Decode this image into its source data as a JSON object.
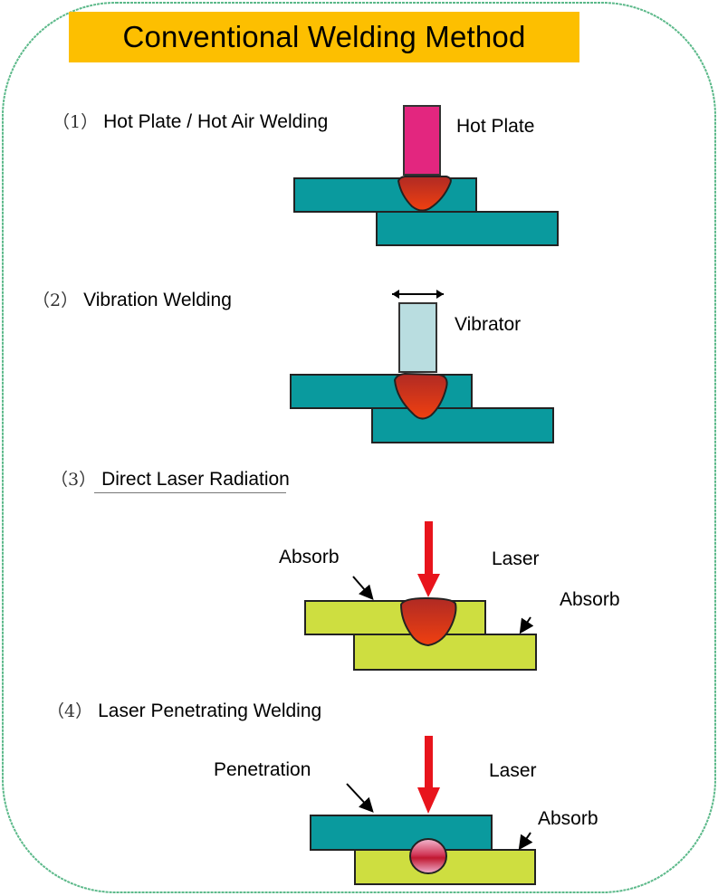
{
  "title": "Conventional Welding Method",
  "colors": {
    "title_bg": "#fdbf00",
    "frame_border": "#5cb98a",
    "teal_plate": "#0a9a9e",
    "yellow_green_plate": "#cede40",
    "hot_plate": "#e3267f",
    "vibrator": "#b9dde0",
    "weld_pool": "#d83a1c",
    "laser_arrow": "#e8141c",
    "penetration_weld": "#d6486a"
  },
  "sections": [
    {
      "number": "（1）",
      "heading": "Hot Plate / Hot Air Welding",
      "labels": {
        "tool": "Hot Plate"
      }
    },
    {
      "number": "（2）",
      "heading": "Vibration Welding",
      "labels": {
        "tool": "Vibrator"
      }
    },
    {
      "number": "（3）",
      "heading": "Direct Laser Radiation",
      "labels": {
        "top_left": "Absorb",
        "laser": "Laser",
        "bottom_right": "Absorb"
      }
    },
    {
      "number": "（4）",
      "heading": "Laser Penetrating Welding",
      "labels": {
        "top_left": "Penetration",
        "laser": "Laser",
        "bottom_right": "Absorb"
      }
    }
  ]
}
